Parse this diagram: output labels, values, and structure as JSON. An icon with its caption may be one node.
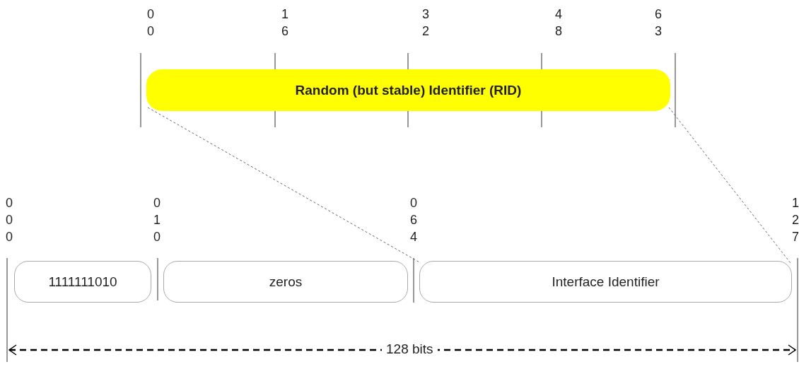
{
  "diagram": {
    "nodes": [
      {
        "text": [
          "Random (but stable) Identifier (RID)"
        ]
      },
      {
        "text": [
          "1111111010"
        ]
      },
      {
        "text": [
          "zeros"
        ]
      },
      {
        "text": [
          "Interface Identifier"
        ]
      }
    ],
    "edges": [
      {
        "from": 0,
        "to": 3,
        "arrow": "none",
        "style": "dashed"
      },
      {
        "from": 0,
        "to": 3,
        "arrow": "none",
        "style": "dashed"
      }
    ],
    "labels": [
      "00",
      "16",
      "32",
      "48",
      "63",
      "000",
      "010",
      "064",
      "127",
      "128 bits"
    ]
  }
}
